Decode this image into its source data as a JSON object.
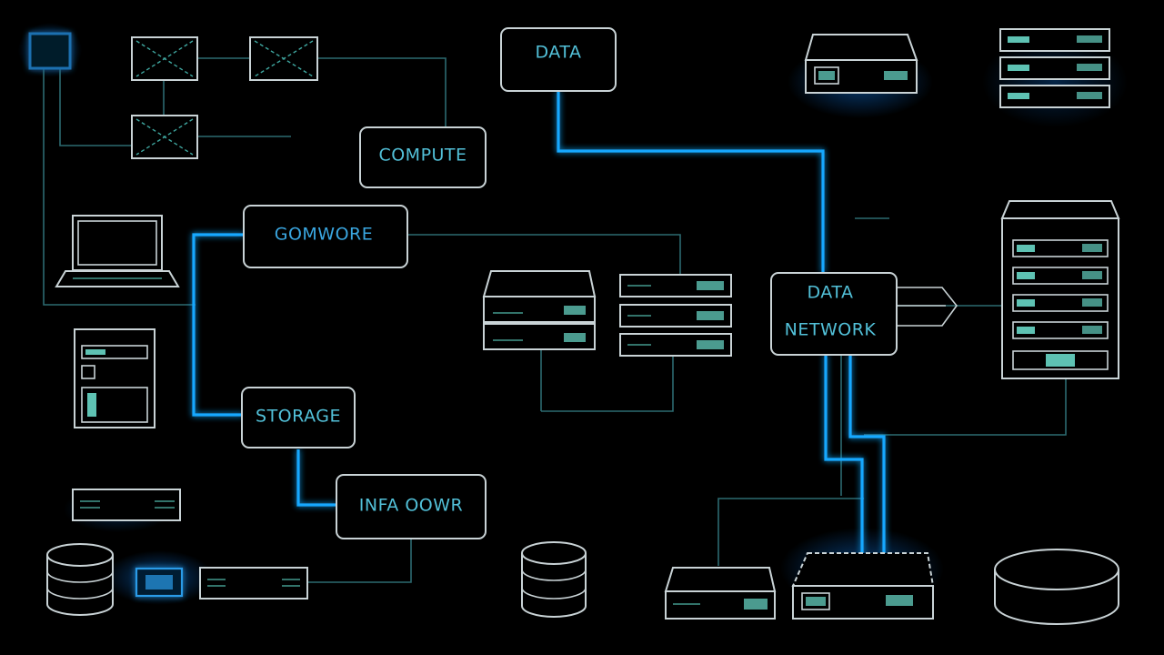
{
  "diagram": {
    "nodes": {
      "data_top": "DATA",
      "compute": "COMPUTE",
      "gomwore": "GOMWORE",
      "storage": "STORAGE",
      "data_network_line1": "DATA",
      "data_network_line2": "NETWORK",
      "infa_oowr": "INFA OOWR"
    },
    "colors": {
      "background": "#000000",
      "outline": "#c9d3d6",
      "glow": "#17a8ff",
      "label": "#52c0d8",
      "accent_teal": "#5ec2b3"
    },
    "icons": [
      "chip-icon",
      "switch-icon",
      "laptop-icon",
      "server-icon",
      "rack-server-icon",
      "database-icon",
      "router-icon",
      "storage-tower-icon"
    ]
  }
}
